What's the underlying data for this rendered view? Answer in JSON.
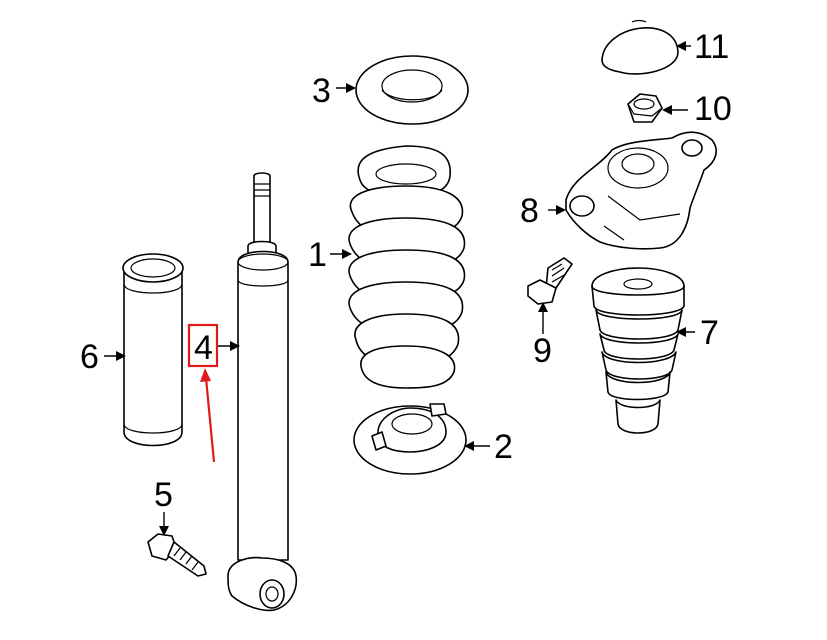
{
  "diagram": {
    "callouts": [
      {
        "id": "1",
        "label": "1"
      },
      {
        "id": "2",
        "label": "2"
      },
      {
        "id": "3",
        "label": "3"
      },
      {
        "id": "4",
        "label": "4"
      },
      {
        "id": "5",
        "label": "5"
      },
      {
        "id": "6",
        "label": "6"
      },
      {
        "id": "7",
        "label": "7"
      },
      {
        "id": "8",
        "label": "8"
      },
      {
        "id": "9",
        "label": "9"
      },
      {
        "id": "10",
        "label": "10"
      },
      {
        "id": "11",
        "label": "11"
      }
    ],
    "highlight": {
      "callout": "4",
      "color": "#e01818"
    }
  }
}
